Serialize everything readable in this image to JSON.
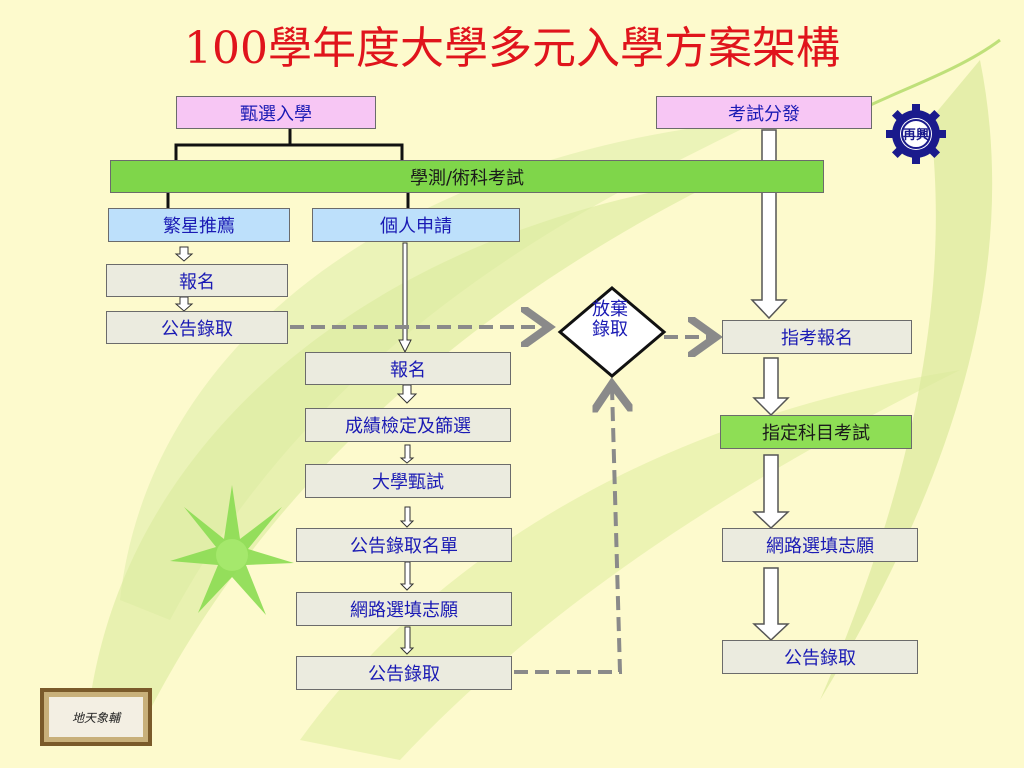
{
  "title": "100學年度大學多元入學方案架構",
  "boxes": {
    "zhenxuan": "甄選入學",
    "kaoshi": "考試分發",
    "xuece": "學測/術科考試",
    "fanxing": "繁星推薦",
    "geren": "個人申請",
    "baoming_left": "報名",
    "gonggao_left": "公告錄取",
    "baoming_mid": "報名",
    "chengji": "成績檢定及篩選",
    "zhenshi": "大學甄試",
    "mingdan": "公告錄取名單",
    "zhiyuan_mid": "網路選填志願",
    "gonggao_mid": "公告錄取",
    "fangqi_1": "放棄",
    "fangqi_2": "錄取",
    "zhikao_baoming": "指考報名",
    "zhiding": "指定科目考試",
    "zhiyuan_right": "網路選填志願",
    "gonggao_right": "公告錄取"
  },
  "logo": {
    "text": "再興",
    "icon": "gear-logo-icon"
  },
  "calligraphy": {
    "text": "地天象輔",
    "icon": "calligraphy-frame"
  },
  "colors": {
    "background": "#fdfacd",
    "title": "#e0141c",
    "box_text": "#1a1ab4",
    "green_bar": "#7fd64a",
    "pink_box": "#f7c6f4",
    "blue_box": "#bde0fb",
    "grey_box": "#ebebdf"
  }
}
